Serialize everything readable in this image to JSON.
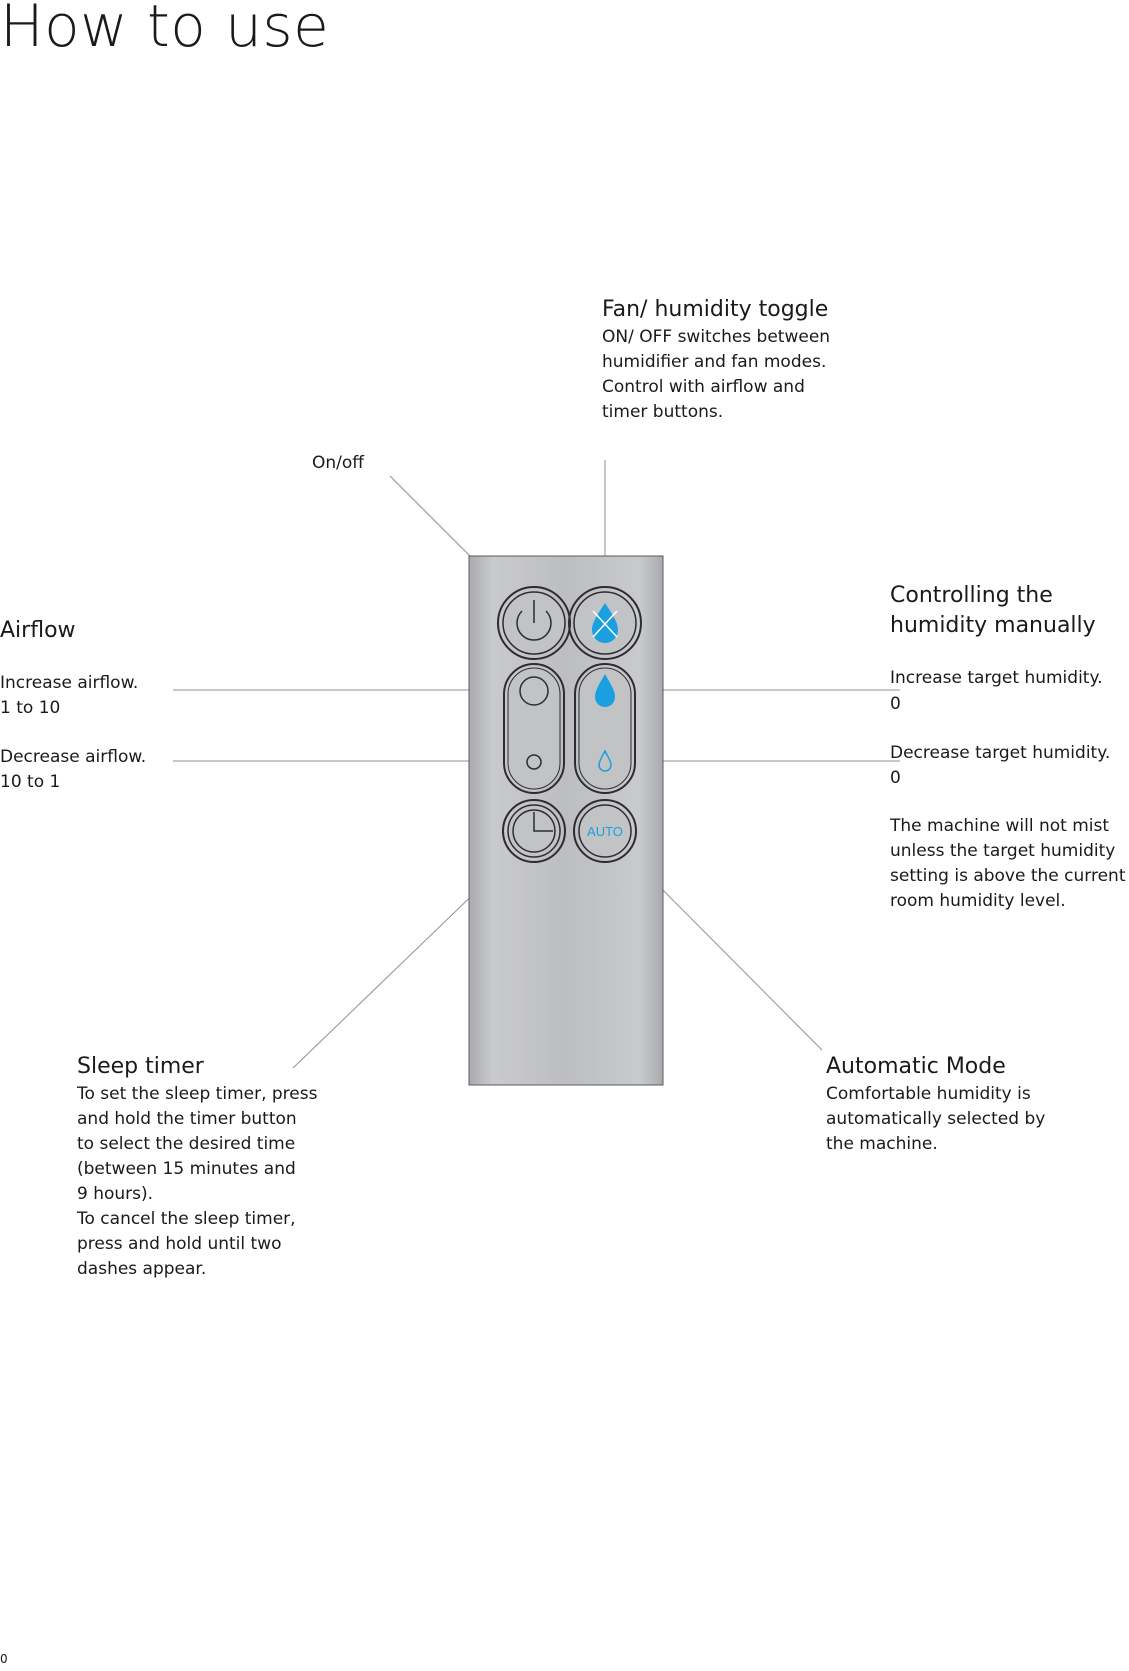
{
  "page": {
    "title": "How to use",
    "page_number": "0"
  },
  "callouts": {
    "fan_toggle": {
      "heading": "Fan/ humidity toggle",
      "text": "ON/ OFF switches between\nhumidifier and fan modes.\nControl with airflow and\ntimer buttons."
    },
    "on_off": {
      "heading": "On/off"
    },
    "airflow": {
      "heading": "Airflow",
      "increase": "Increase airflow.\n1 to 10",
      "decrease": "Decrease airflow.\n10 to 1"
    },
    "humidity": {
      "heading": "Controlling the\nhumidity manually",
      "increase": "Increase target humidity.",
      "increase_value": "0",
      "decrease": "Decrease target humidity.",
      "decrease_value": "0",
      "note": "The machine will not mist\nunless the target humidity\nsetting is above the current\nroom humidity level."
    },
    "sleep_timer": {
      "heading": "Sleep timer",
      "text": "To set the sleep timer, press\nand hold the timer button\nto select the desired time\n(between 15 minutes and\n9 hours).\nTo cancel the sleep timer,\npress and hold until two\ndashes appear."
    },
    "auto_mode": {
      "heading": "Automatic Mode",
      "text": "Comfortable humidity is\nautomatically selected by\nthe machine."
    }
  },
  "remote": {
    "auto_label": "AUTO",
    "accent_color": "#1a9fe0",
    "body_color": "#bfc0c2",
    "icons": [
      "power-icon",
      "water-drop-crossed-icon",
      "large-circle-icon",
      "small-circle-icon",
      "large-drop-icon",
      "small-drop-icon",
      "clock-icon"
    ]
  }
}
